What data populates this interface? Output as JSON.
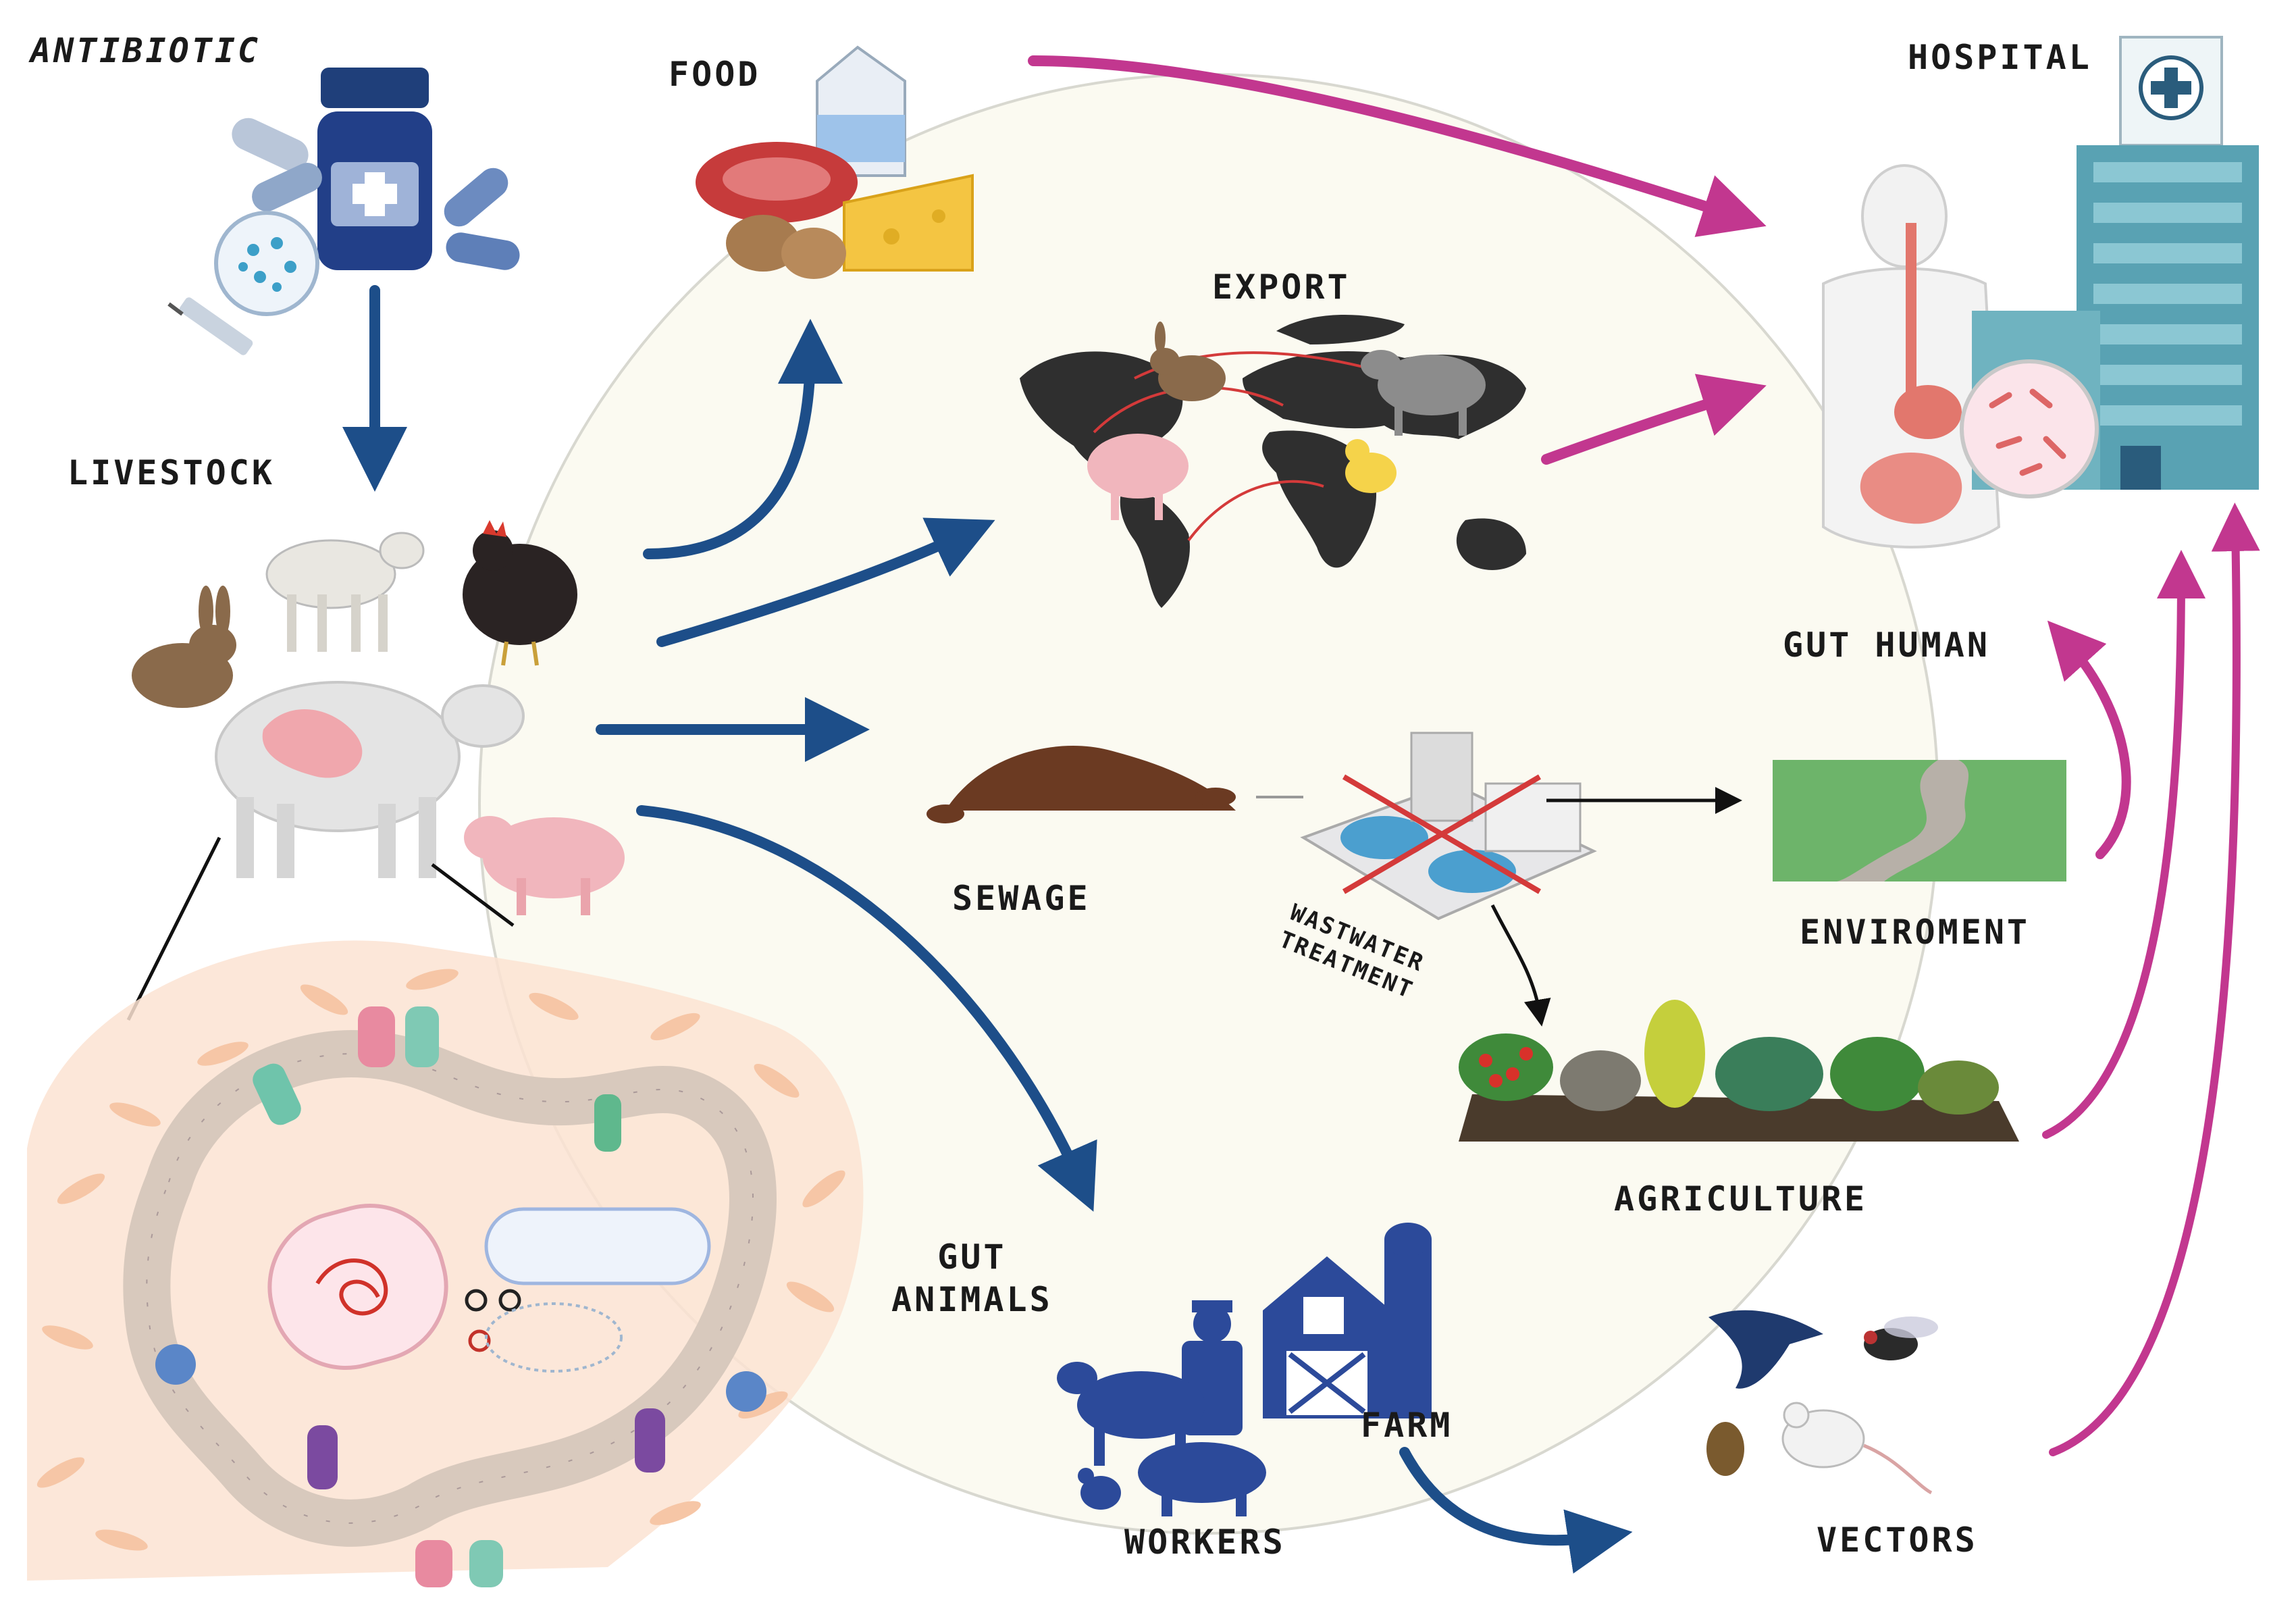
{
  "labels": {
    "antibiotic": "ANTIBIOTIC",
    "food": "FOOD",
    "hospital": "HOSPITAL",
    "export": "EXPORT",
    "livestock": "LIVESTOCK",
    "gut_human": "GUT HUMAN",
    "sewage": "SEWAGE",
    "wastewater_treatment": "WASTWATER\nTREATMENT",
    "environment": "ENVIROMENT",
    "agriculture": "AGRICULTURE",
    "gut_animals": "GUT\nANIMALS",
    "farm": "FARM",
    "workers": "WORKERS",
    "vectors": "VECTORS"
  },
  "icons": [
    "pills-icon",
    "medicine-bottle-icon",
    "syringe-icon",
    "bacteria-petri-icon",
    "milk-carton-icon",
    "meat-icon",
    "cheese-icon",
    "potatoes-icon",
    "world-map-icon",
    "rabbit-icon",
    "goat-icon",
    "rooster-icon",
    "cow-icon",
    "pig-icon",
    "human-digestive-tract-icon",
    "hospital-building-icon",
    "bacteria-magnifier-icon",
    "sewage-pile-icon",
    "treatment-plant-icon",
    "river-landscape-icon",
    "crop-field-icon",
    "gut-tissue-cross-section-icon",
    "bacterium-icon",
    "plasmid-icon",
    "farm-barn-icon",
    "silo-icon",
    "farmer-icon",
    "swallow-icon",
    "fly-icon",
    "beetle-icon",
    "mouse-icon"
  ],
  "colors": {
    "blue_arrow": "#1d4e89",
    "magenta_arrow": "#c2378f",
    "farm_blue": "#2c4a9a",
    "background_circle": "#fbfaf1"
  }
}
